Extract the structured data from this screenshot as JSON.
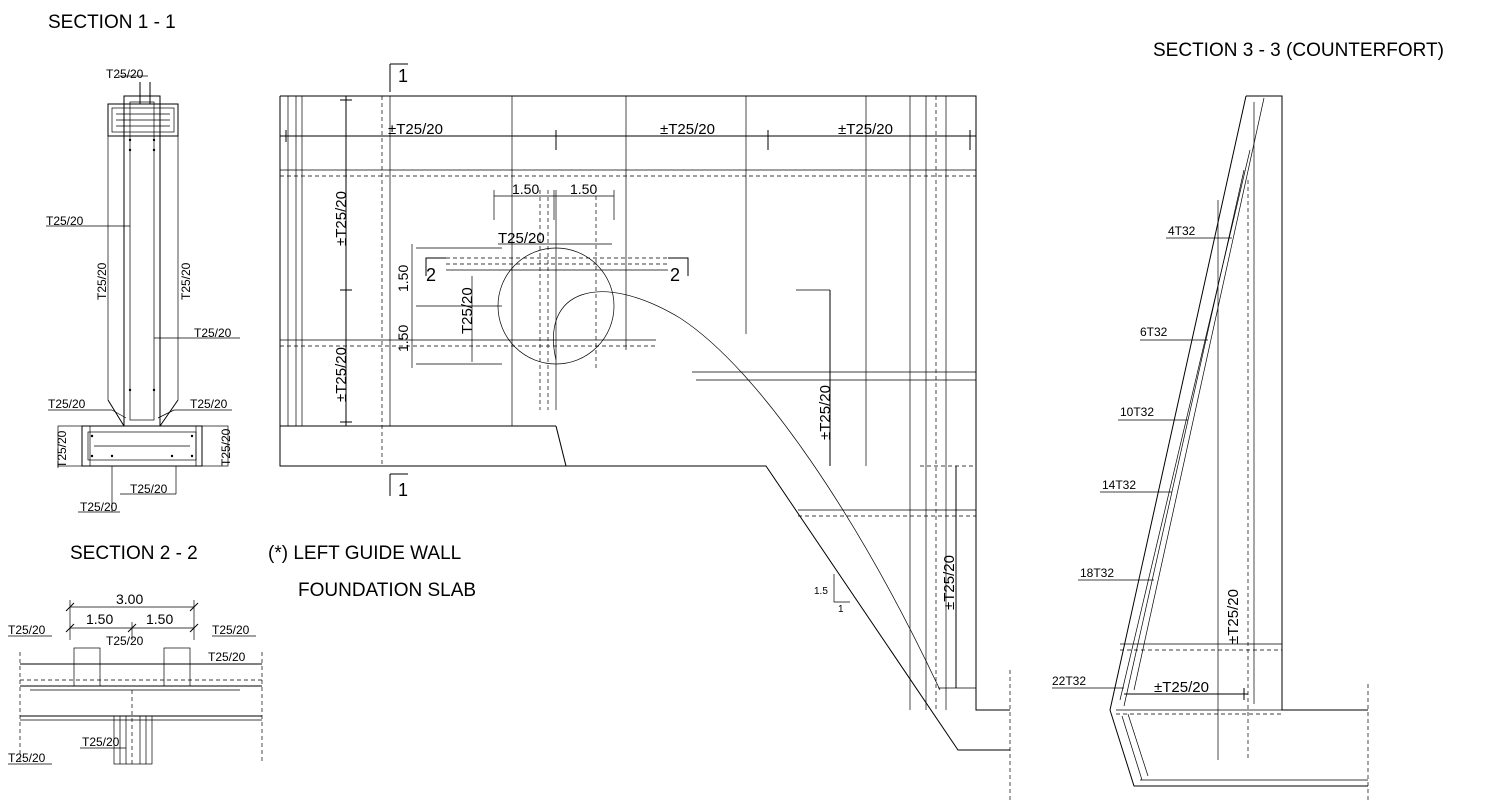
{
  "titles": {
    "section_1_1": "SECTION  1 - 1",
    "section_2_2": "SECTION  2 - 2",
    "section_3_3": "SECTION 3 - 3 (COUNTERFORT)",
    "plan_line1": "(*) LEFT GUIDE WALL",
    "plan_line2": "FOUNDATION SLAB"
  },
  "section_1_1": {
    "labels": [
      "T25/20",
      "T25/20",
      "T25/20",
      "T25/20",
      "T25/20",
      "T25/20",
      "T25/20",
      "T25/20",
      "T25/20",
      "T25/20",
      "T25/20"
    ]
  },
  "section_2_2": {
    "dim_total": "3.00",
    "dim_left": "1.50",
    "dim_right": "1.50",
    "labels": [
      "T25/20",
      "T25/20",
      "T25/20",
      "T25/20",
      "T25/20",
      "T25/20"
    ]
  },
  "plan": {
    "cut_1_top": "1",
    "cut_1_bottom": "1",
    "cut_2_left": "2",
    "cut_2_right": "2",
    "top_rebar": [
      "±T25/20",
      "±T25/20",
      "±T25/20"
    ],
    "left_vert_upper": "±T25/20",
    "left_vert_lower": "±T25/20",
    "dim_h1": "1.50",
    "dim_h2": "1.50",
    "dim_v1": "1.50",
    "dim_v2": "1.50",
    "detail_h": "T25/20",
    "detail_v": "T25/20",
    "mid_vert": "±T25/20",
    "right_vert": "±T25/20",
    "slope": "1.5",
    "slope_base": "1"
  },
  "section_3_3": {
    "bars": [
      "4T32",
      "6T32",
      "10T32",
      "14T32",
      "18T32",
      "22T32"
    ],
    "vert": "±T25/20",
    "horiz": "±T25/20"
  }
}
